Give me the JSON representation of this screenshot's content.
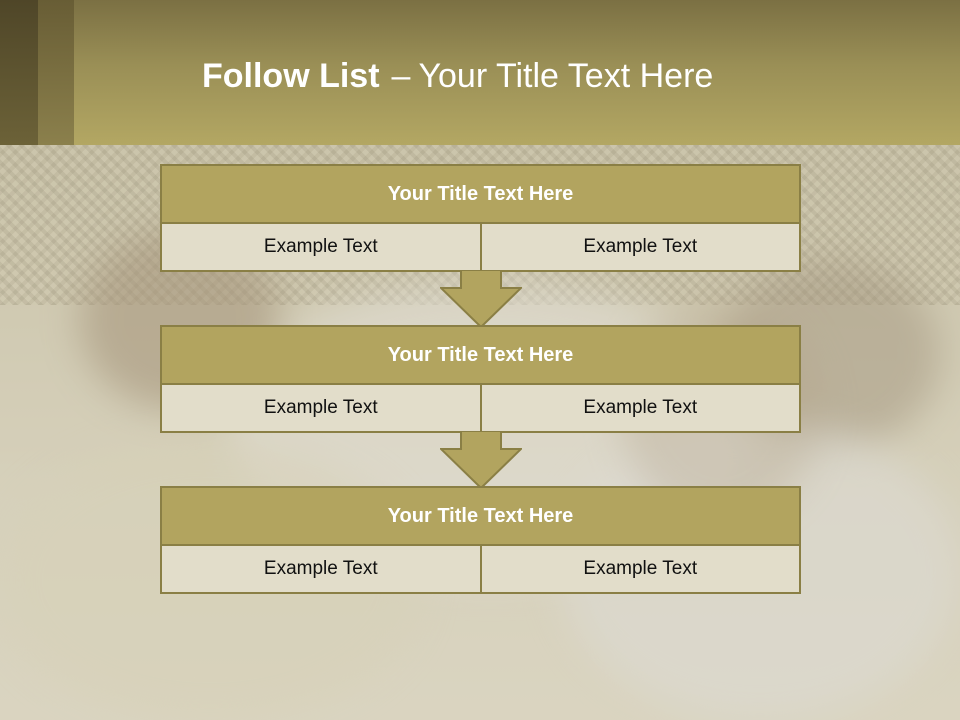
{
  "header": {
    "title_bold": "Follow List",
    "title_dash": "–",
    "title_rest": "Your Title Text Here"
  },
  "colors": {
    "header": "#b3a763",
    "box_title": "#b2a45f",
    "box_cell": "#e2ddca",
    "border": "#8a7f45"
  },
  "steps": [
    {
      "title": "Your Title Text Here",
      "left": "Example Text",
      "right": "Example Text"
    },
    {
      "title": "Your Title Text Here",
      "left": "Example Text",
      "right": "Example Text"
    },
    {
      "title": "Your Title Text Here",
      "left": "Example Text",
      "right": "Example Text"
    }
  ]
}
